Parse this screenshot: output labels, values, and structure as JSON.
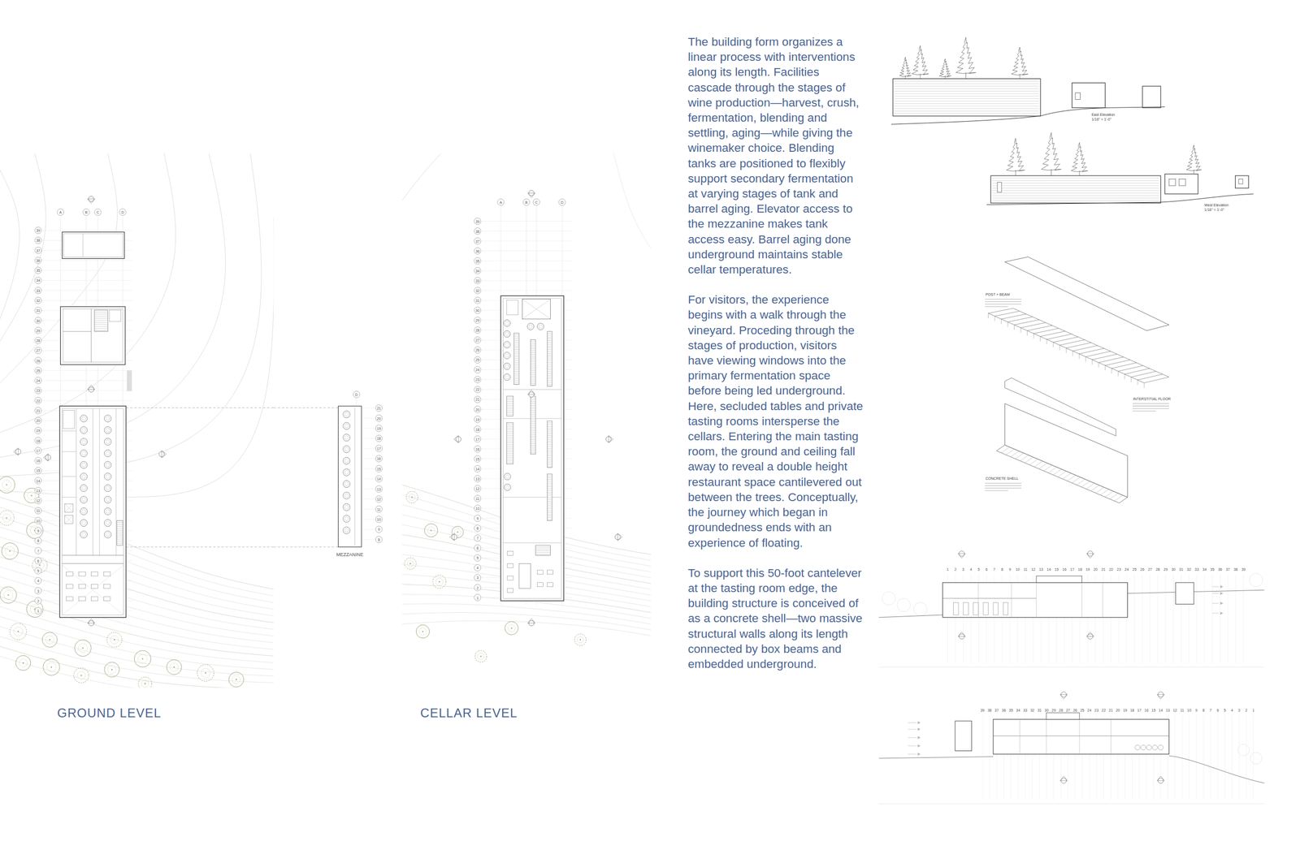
{
  "diagram": {
    "labels": [
      "GROUND LEVEL",
      "CELLAR LEVEL",
      "MEZZANINE",
      "The building form organizes a linear process with interventions along its length. Facilities cascade through the stages of wine production—harvest, crush, fermentation, blending and settling, aging—while giving the winemaker choice. Blending tanks are positioned to flexibly support secondary fermentation at varying stages of tank and barrel aging. Elevator access to the mezzanine makes tank access easy. Barrel aging done underground maintains stable cellar temperatures.",
      "For visitors, the experience begins with a walk through the vineyard. Proceding through the stages of production, visitors have viewing windows into the primary fermentation space before being led underground. Here, secluded tables and private tasting rooms intersperse the cellars. Entering the main tasting room, the ground and ceiling fall away to reveal a double height restaurant space cantilevered out between the trees. Conceptually, the journey which began in groundedness ends with an experience of floating.",
      "To support this 50-foot cantelever at the tasting room edge, the building structure is conceived of as a concrete shell—two massive structural walls along its length connected by box beams and embedded underground.",
      "East Elevation",
      "1/16\" = 1'-0\"",
      "West Elevation",
      "1/16\" = 1'-0\"",
      "POST + BEAM",
      "INTERSTITIAL FLOOR",
      "CONCRETE SHELL",
      "A",
      "B",
      "C",
      "D",
      "1",
      "2",
      "3",
      "4",
      "5",
      "6",
      "7",
      "8",
      "9",
      "10",
      "11",
      "12",
      "13",
      "14",
      "15",
      "16",
      "17",
      "18",
      "19",
      "20",
      "21",
      "22",
      "23",
      "24",
      "25",
      "26",
      "27",
      "28",
      "29",
      "30",
      "31",
      "32",
      "33",
      "34",
      "35",
      "36",
      "37",
      "38",
      "39",
      "A",
      "B",
      "C",
      "D",
      "1",
      "2",
      "3",
      "4",
      "5",
      "6",
      "7",
      "8",
      "9",
      "10",
      "11",
      "12",
      "13",
      "14",
      "15",
      "16",
      "17",
      "18",
      "19",
      "20",
      "21",
      "22",
      "23",
      "24",
      "25",
      "26",
      "27",
      "28",
      "29",
      "30",
      "31",
      "32",
      "33",
      "34",
      "35",
      "36",
      "37",
      "38",
      "39",
      "D",
      "8",
      "9",
      "10",
      "11",
      "12",
      "13",
      "14",
      "15",
      "16",
      "17",
      "18",
      "19",
      "20",
      "21",
      "1",
      "2",
      "3",
      "4",
      "5",
      "6",
      "7",
      "8",
      "9",
      "10",
      "11",
      "12",
      "13",
      "14",
      "15",
      "16",
      "17",
      "18",
      "19",
      "20",
      "21",
      "22",
      "23",
      "24",
      "25",
      "26",
      "27",
      "28",
      "29",
      "30",
      "31",
      "32",
      "33",
      "34",
      "35",
      "36",
      "37",
      "38",
      "39",
      "39",
      "38",
      "37",
      "36",
      "35",
      "34",
      "33",
      "32",
      "31",
      "30",
      "29",
      "28",
      "27",
      "26",
      "25",
      "24",
      "23",
      "22",
      "21",
      "20",
      "19",
      "18",
      "17",
      "16",
      "15",
      "14",
      "13",
      "12",
      "11",
      "10",
      "9",
      "8",
      "7",
      "6",
      "5",
      "4",
      "3",
      "2",
      "1"
    ]
  }
}
